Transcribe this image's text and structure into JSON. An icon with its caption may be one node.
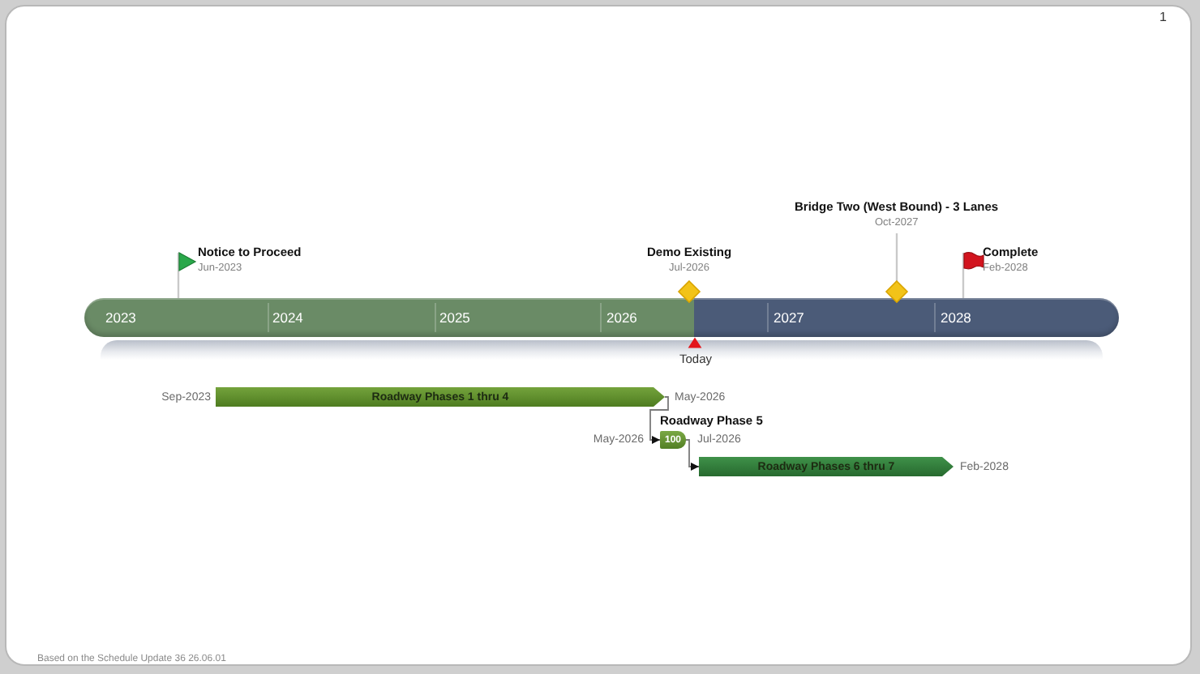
{
  "diagram": {
    "nodes": [
      {
        "text": [
          "2023",
          "2024",
          "2025",
          "2026",
          "2027",
          "2028"
        ]
      },
      {
        "text": [
          "Roadway Phases 1 thru 4"
        ],
        "beside": [
          "Sep-2023",
          "May-2026"
        ]
      },
      {
        "text": [
          "Roadway Phase 5",
          "100"
        ],
        "beside": [
          "May-2026",
          "Jul-2026"
        ]
      },
      {
        "text": [
          "Roadway Phases 6 thru 7"
        ],
        "beside": [
          "Feb-2028"
        ]
      }
    ],
    "edges": [
      {
        "from": 1,
        "to": 2,
        "arrow": "to"
      },
      {
        "from": 2,
        "to": 3,
        "arrow": "to"
      }
    ],
    "labels": [
      "1",
      "Bridge Two (West Bound) - 3 Lanes",
      "Oct-2027",
      "Notice to Proceed",
      "Jun-2023",
      "Demo Existing",
      "Jul-2026",
      "Complete",
      "Feb-2028",
      "Today",
      "Based on the Schedule Update 36 26.06.01"
    ]
  }
}
